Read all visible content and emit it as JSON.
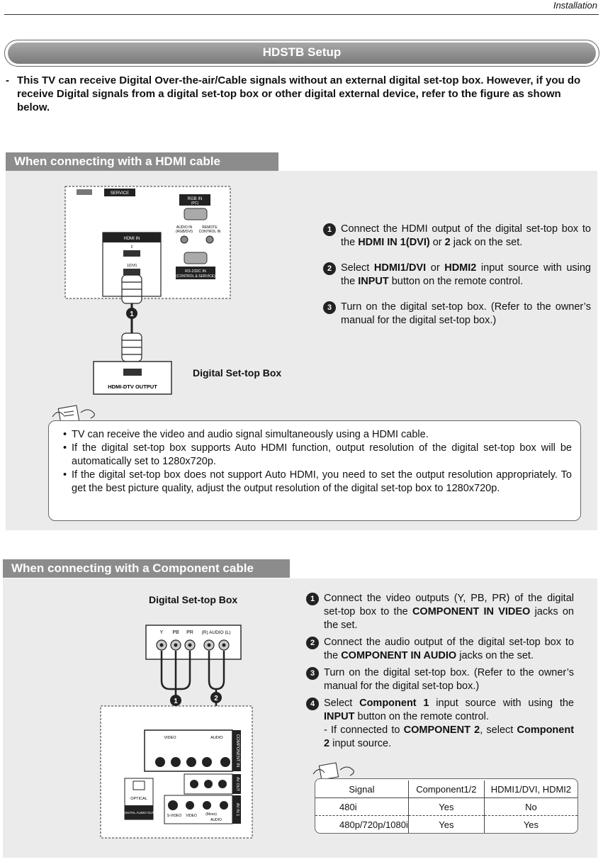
{
  "header": {
    "section": "Installation"
  },
  "title": "HDSTB Setup",
  "intro": {
    "dash": "-",
    "text": "This TV can receive Digital Over-the-air/Cable signals without an external digital set-top box. However, if you do receive Digital signals from a digital set-top box or other digital external device, refer to the figure as shown below."
  },
  "hdmi": {
    "heading": "When connecting with a HDMI cable",
    "diagram": {
      "service": "SERVICE",
      "rgb_in": "RGB IN",
      "pc": "(PC)",
      "audio_in": "AUDIO IN",
      "audio_in2": "(RGB/DVI)",
      "remote": "REMOTE",
      "remote2": "CONTROL IN",
      "hdmi_in": "HDMI IN",
      "port2": "2",
      "port1": "1(DVI)",
      "rs232": "RS-232C IN",
      "rs232b": "(CONTROL & SERVICE)",
      "cable_num": "1",
      "stb_port": "HDMI-DTV OUTPUT",
      "stb_label": "Digital Set-top Box"
    },
    "steps": [
      {
        "num": "1",
        "parts": [
          [
            "Connect the HDMI output of the digital set-top box to the ",
            false
          ],
          [
            "HDMI IN 1(DVI)",
            true
          ],
          [
            " or ",
            false
          ],
          [
            "2",
            true
          ],
          [
            " jack on the set.",
            false
          ]
        ]
      },
      {
        "num": "2",
        "parts": [
          [
            "Select ",
            false
          ],
          [
            "HDMI1/DVI",
            true
          ],
          [
            " or ",
            false
          ],
          [
            "HDMI2",
            true
          ],
          [
            " input source with using the ",
            false
          ],
          [
            "INPUT",
            true
          ],
          [
            " button on the remote control.",
            false
          ]
        ]
      },
      {
        "num": "3",
        "parts": [
          [
            "Turn on the digital set-top box. (Refer to the owner’s manual for the digital set-top box.)",
            false
          ]
        ]
      }
    ],
    "notes": [
      "TV can receive the video and audio signal simultaneously using a HDMI cable.",
      "If the digital set-top box supports Auto HDMI function, output resolution of the digital set-top box will be automatically  set to 1280x720p.",
      "If the digital set-top box does not support Auto HDMI, you need to set the output resolution appropriately. To get the best picture quality, adjust the output resolution of the digital set-top box to 1280x720p."
    ]
  },
  "component": {
    "heading": "When connecting with a Component cable",
    "stb_label": "Digital Set-top Box",
    "diagram": {
      "y": "Y",
      "pb": "PB",
      "pr": "PR",
      "audio": "(R) AUDIO (L)",
      "cable1": "1",
      "cable2": "2",
      "video": "VIDEO",
      "audio_lbl": "AUDIO",
      "component_in": "COMPONENT IN",
      "av_out": "AV OUT",
      "av_in1": "AV IN 1",
      "optical": "OPTICAL",
      "digital_audio_out": "DIGITAL AUDIO OUT",
      "svideo": "S-VIDEO",
      "video2": "VIDEO",
      "mono": "(Mono)",
      "audio2": "AUDIO"
    },
    "steps": [
      {
        "num": "1",
        "parts": [
          [
            "Connect the video outputs (Y, PB, PR) of the digital set-top box to the ",
            false
          ],
          [
            "COMPONENT IN VIDEO",
            true
          ],
          [
            " jacks on the set.",
            false
          ]
        ]
      },
      {
        "num": "2",
        "parts": [
          [
            "Connect the audio output of the digital set-top box to the ",
            false
          ],
          [
            "COMPONENT IN AUDIO",
            true
          ],
          [
            " jacks on the set.",
            false
          ]
        ]
      },
      {
        "num": "3",
        "parts": [
          [
            "Turn on the digital set-top box. (Refer to the owner’s manual for the digital set-top box.)",
            false
          ]
        ]
      },
      {
        "num": "4",
        "parts": [
          [
            "Select ",
            false
          ],
          [
            "Component 1",
            true
          ],
          [
            " input source with using the ",
            false
          ],
          [
            "INPUT",
            true
          ],
          [
            " button on the remote control.",
            false
          ]
        ]
      }
    ],
    "substep": {
      "dash": "- If connected to",
      "bold1": "COMPONENT 2",
      "mid": ", select",
      "bold2": "Component 2",
      "end": " input source."
    },
    "table": {
      "headers": [
        "Signal",
        "Component1/2",
        "HDMI1/DVI, HDMI2"
      ],
      "rows": [
        [
          "480i",
          "Yes",
          "No"
        ],
        [
          "480p/720p/1080i",
          "Yes",
          "Yes"
        ]
      ]
    }
  }
}
